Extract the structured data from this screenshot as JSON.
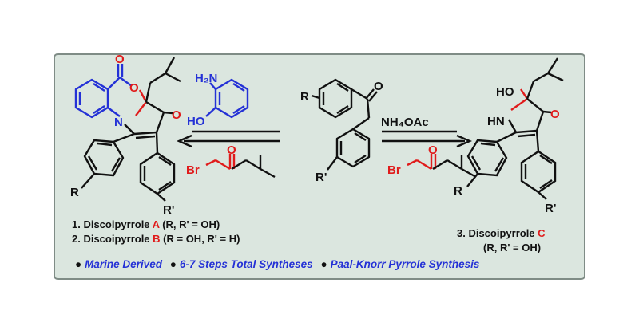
{
  "colors": {
    "panel_fill": "#dbe6df",
    "panel_border": "#7f8c86",
    "black": "#111111",
    "red": "#e01b1b",
    "blue": "#2431d6"
  },
  "labels": {
    "r": "R",
    "r_prime": "R'",
    "ho": "HO",
    "h2n": "H₂N",
    "n": "N",
    "o": "O",
    "hn": "HN",
    "br": "Br",
    "nh4oac": "NH₄OAc"
  },
  "captions": {
    "a_prefix": "1. Discoipyrrole ",
    "a_letter": "A",
    "a_suffix": " (R, R' = OH)",
    "b_prefix": "2. Discoipyrrole ",
    "b_letter": "B",
    "b_suffix": " (R = OH, R' = H)",
    "c_prefix": "3. Discoipyrrole ",
    "c_letter": "C",
    "c_suffix": "(R, R' = OH)"
  },
  "highlights": [
    "Marine Derived",
    "6-7 Steps Total Syntheses",
    "Paal-Knorr Pyrrole Synthesis"
  ]
}
